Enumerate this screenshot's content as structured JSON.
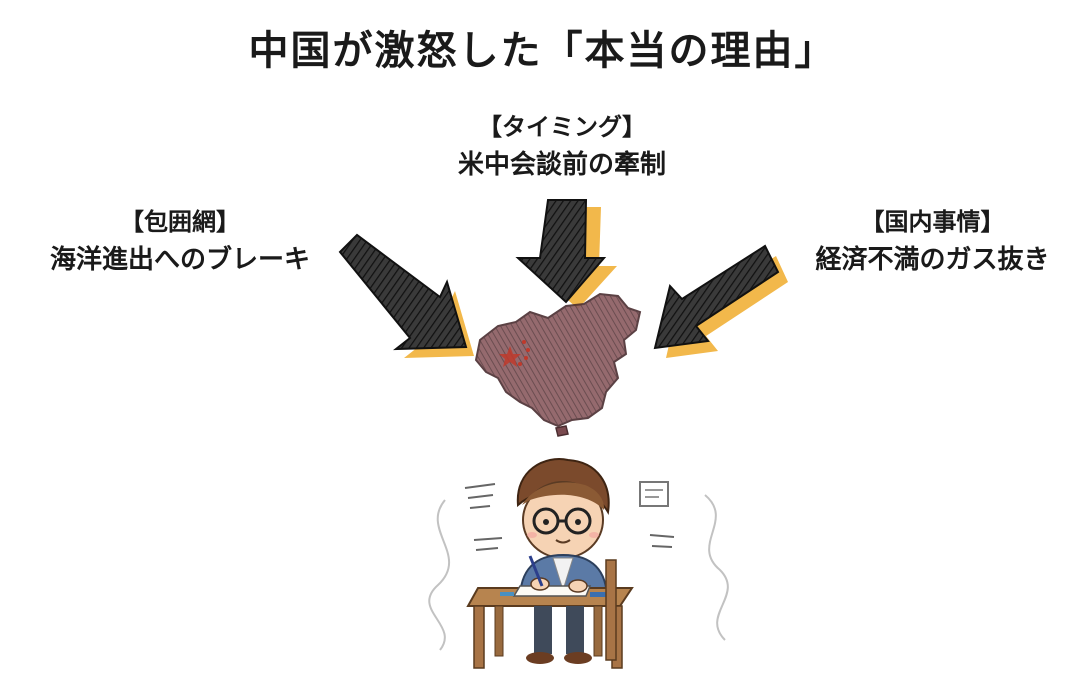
{
  "title": "中国が激怒した「本当の理由」",
  "factors": {
    "timing": {
      "heading": "【タイミング】",
      "detail": "米中会談前の牽制"
    },
    "encirclement": {
      "heading": "【包囲網】",
      "detail": "海洋進出へのブレーキ"
    },
    "domestic": {
      "heading": "【国内事情】",
      "detail": "経済不満のガス抜き"
    }
  },
  "colors": {
    "arrow": "#2b2b2b",
    "arrow_shadow": "#f2b84b",
    "china_map": "#7a4a4f",
    "star": "#c0392b"
  },
  "icons": [
    "china-map-icon",
    "person-writing-icon"
  ]
}
